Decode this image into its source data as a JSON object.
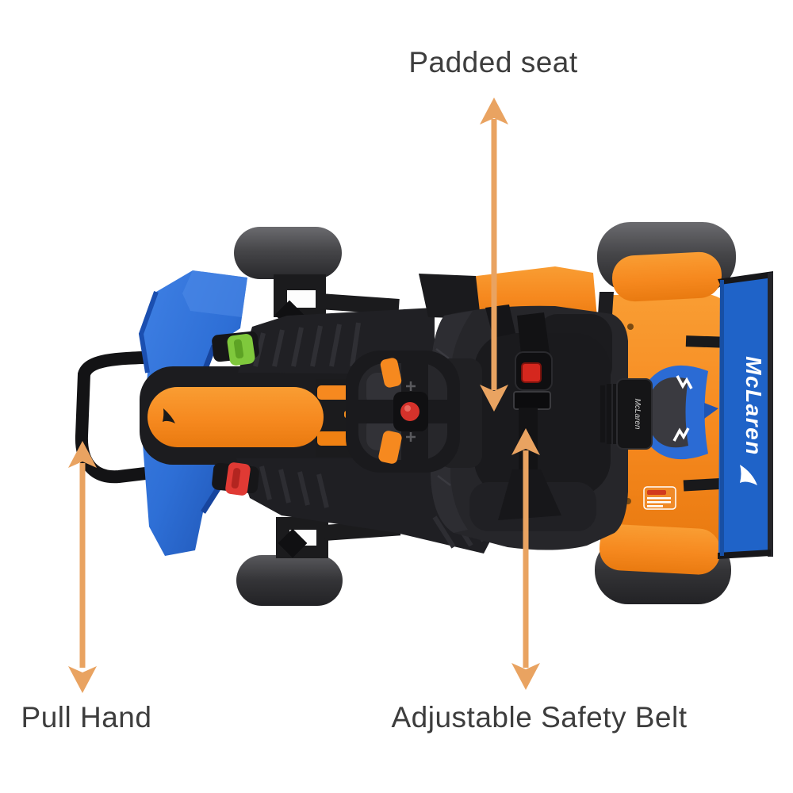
{
  "page": {
    "background": "#ffffff",
    "description_visible_content": "Top view photo of a McLaren-branded kids ride-on go-kart with three annotated features"
  },
  "annotations": {
    "arrow_color": "#E9A361",
    "label_color": "#3d3d3d",
    "labels": [
      {
        "id": "padded-seat",
        "text": "Padded seat"
      },
      {
        "id": "pull-hand",
        "text": "Pull Hand"
      },
      {
        "id": "adjustable-safety-belt",
        "text": "Adjustable Safety Belt"
      }
    ]
  },
  "product": {
    "brand_text": "McLaren",
    "colors": {
      "body_orange": "#F6891F",
      "shovel_blue": "#2E6FD6",
      "wing_blue": "#1F63C8",
      "frame_black": "#1C1C1E",
      "tire_gray": "#4A4A4C",
      "lever_green": "#7FC83C",
      "lever_red": "#E03A34",
      "buckle_red": "#D5271E",
      "wing_text_white": "#FFFFFF"
    }
  }
}
